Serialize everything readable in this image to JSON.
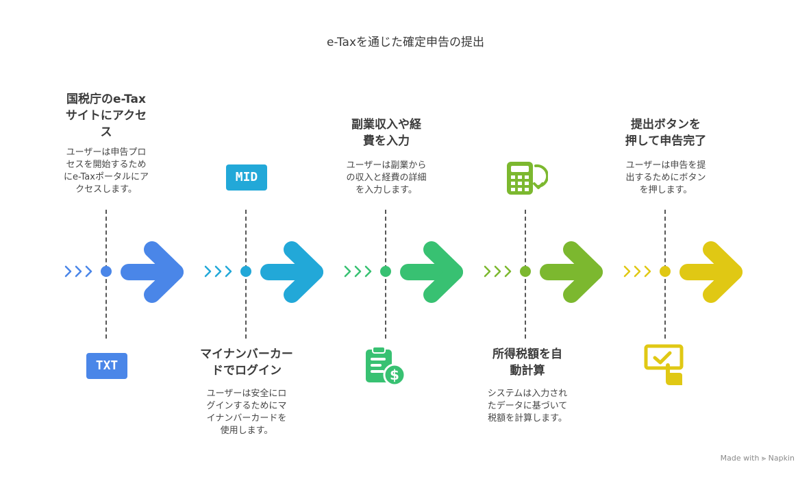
{
  "title": "e-Taxを通じた確定申告の提出",
  "watermark": "Made with ⪢ Napkin",
  "steps": [
    {
      "id": "access",
      "title": "国税庁のe-Tax\nサイトにアクセ\nス",
      "description": "ユーザーは申告プロ\nセスを開始するため\nにe-Taxポータルにア\nクセスします。",
      "badge": "TXT",
      "color": "#4a86e8",
      "icon": "txt-badge-icon"
    },
    {
      "id": "login",
      "title": "マイナンバーカー\nドでログイン",
      "description": "ユーザーは安全にロ\nグインするためにマ\nイナンバーカードを\n使用します。",
      "badge": "MID",
      "color": "#22a8d8",
      "icon": "mid-badge-icon"
    },
    {
      "id": "input",
      "title": "副業収入や経\n費を入力",
      "description": "ユーザーは副業から\nの収入と経費の詳細\nを入力します。",
      "color": "#38c172",
      "icon": "clipboard-dollar-icon"
    },
    {
      "id": "calculate",
      "title": "所得税額を自\n動計算",
      "description": "システムは入力され\nたデータに基づいて\n税額を計算します。",
      "color": "#7cb82f",
      "icon": "calculator-refresh-icon"
    },
    {
      "id": "submit",
      "title": "提出ボタンを\n押して申告完了",
      "description": "ユーザーは申告を提\n出するためにボタン\nを押します。",
      "color": "#e0c814",
      "icon": "touch-check-icon"
    }
  ]
}
